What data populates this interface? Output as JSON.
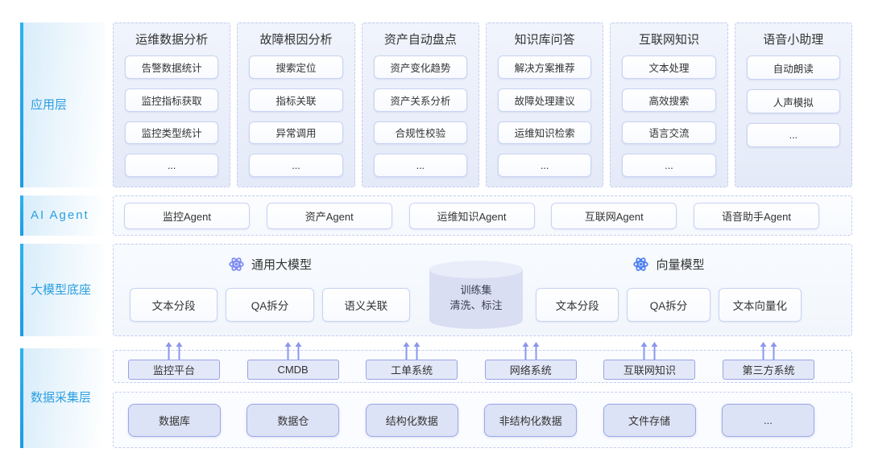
{
  "layers": {
    "application": {
      "label": "应用层",
      "columns": [
        {
          "title": "运维数据分析",
          "items": [
            "告警数据统计",
            "监控指标获取",
            "监控类型统计",
            "..."
          ]
        },
        {
          "title": "故障根因分析",
          "items": [
            "搜索定位",
            "指标关联",
            "异常调用",
            "..."
          ]
        },
        {
          "title": "资产自动盘点",
          "items": [
            "资产变化趋势",
            "资产关系分析",
            "合规性校验",
            "..."
          ]
        },
        {
          "title": "知识库问答",
          "items": [
            "解决方案推荐",
            "故障处理建议",
            "运维知识检索",
            "..."
          ]
        },
        {
          "title": "互联网知识",
          "items": [
            "文本处理",
            "高效搜索",
            "语言交流",
            "..."
          ]
        },
        {
          "title": "语音小助理",
          "items": [
            "自动朗读",
            "人声模拟",
            "..."
          ]
        }
      ]
    },
    "ai_agent": {
      "label": "AI Agent",
      "agents": [
        "监控Agent",
        "资产Agent",
        "运维知识Agent",
        "互联网Agent",
        "语音助手Agent"
      ]
    },
    "model_base": {
      "label": "大模型底座",
      "general_model": {
        "icon": "atom-icon",
        "title": "通用大模型",
        "items": [
          "文本分段",
          "QA拆分",
          "语义关联"
        ]
      },
      "training_set": {
        "line1": "训练集",
        "line2": "清洗、标注"
      },
      "vector_model": {
        "icon": "atom-icon",
        "title": "向量模型",
        "items": [
          "文本分段",
          "QA拆分",
          "文本向量化"
        ]
      }
    },
    "data_collection": {
      "label": "数据采集层",
      "sources": [
        "监控平台",
        "CMDB",
        "工单系统",
        "网络系统",
        "互联网知识",
        "第三方系统"
      ],
      "stores": [
        "数据库",
        "数据仓",
        "结构化数据",
        "非结构化数据",
        "文件存储",
        "..."
      ]
    }
  },
  "colors": {
    "label-text": "#2b9fdf",
    "label-bar": "#2eb1f0",
    "dashed": "#c3cdf0",
    "box-border": "#c9d3f2",
    "arrow": "#8a97ec",
    "atom-general": "#7f8bf2",
    "atom-vector": "#4e7ff2"
  }
}
